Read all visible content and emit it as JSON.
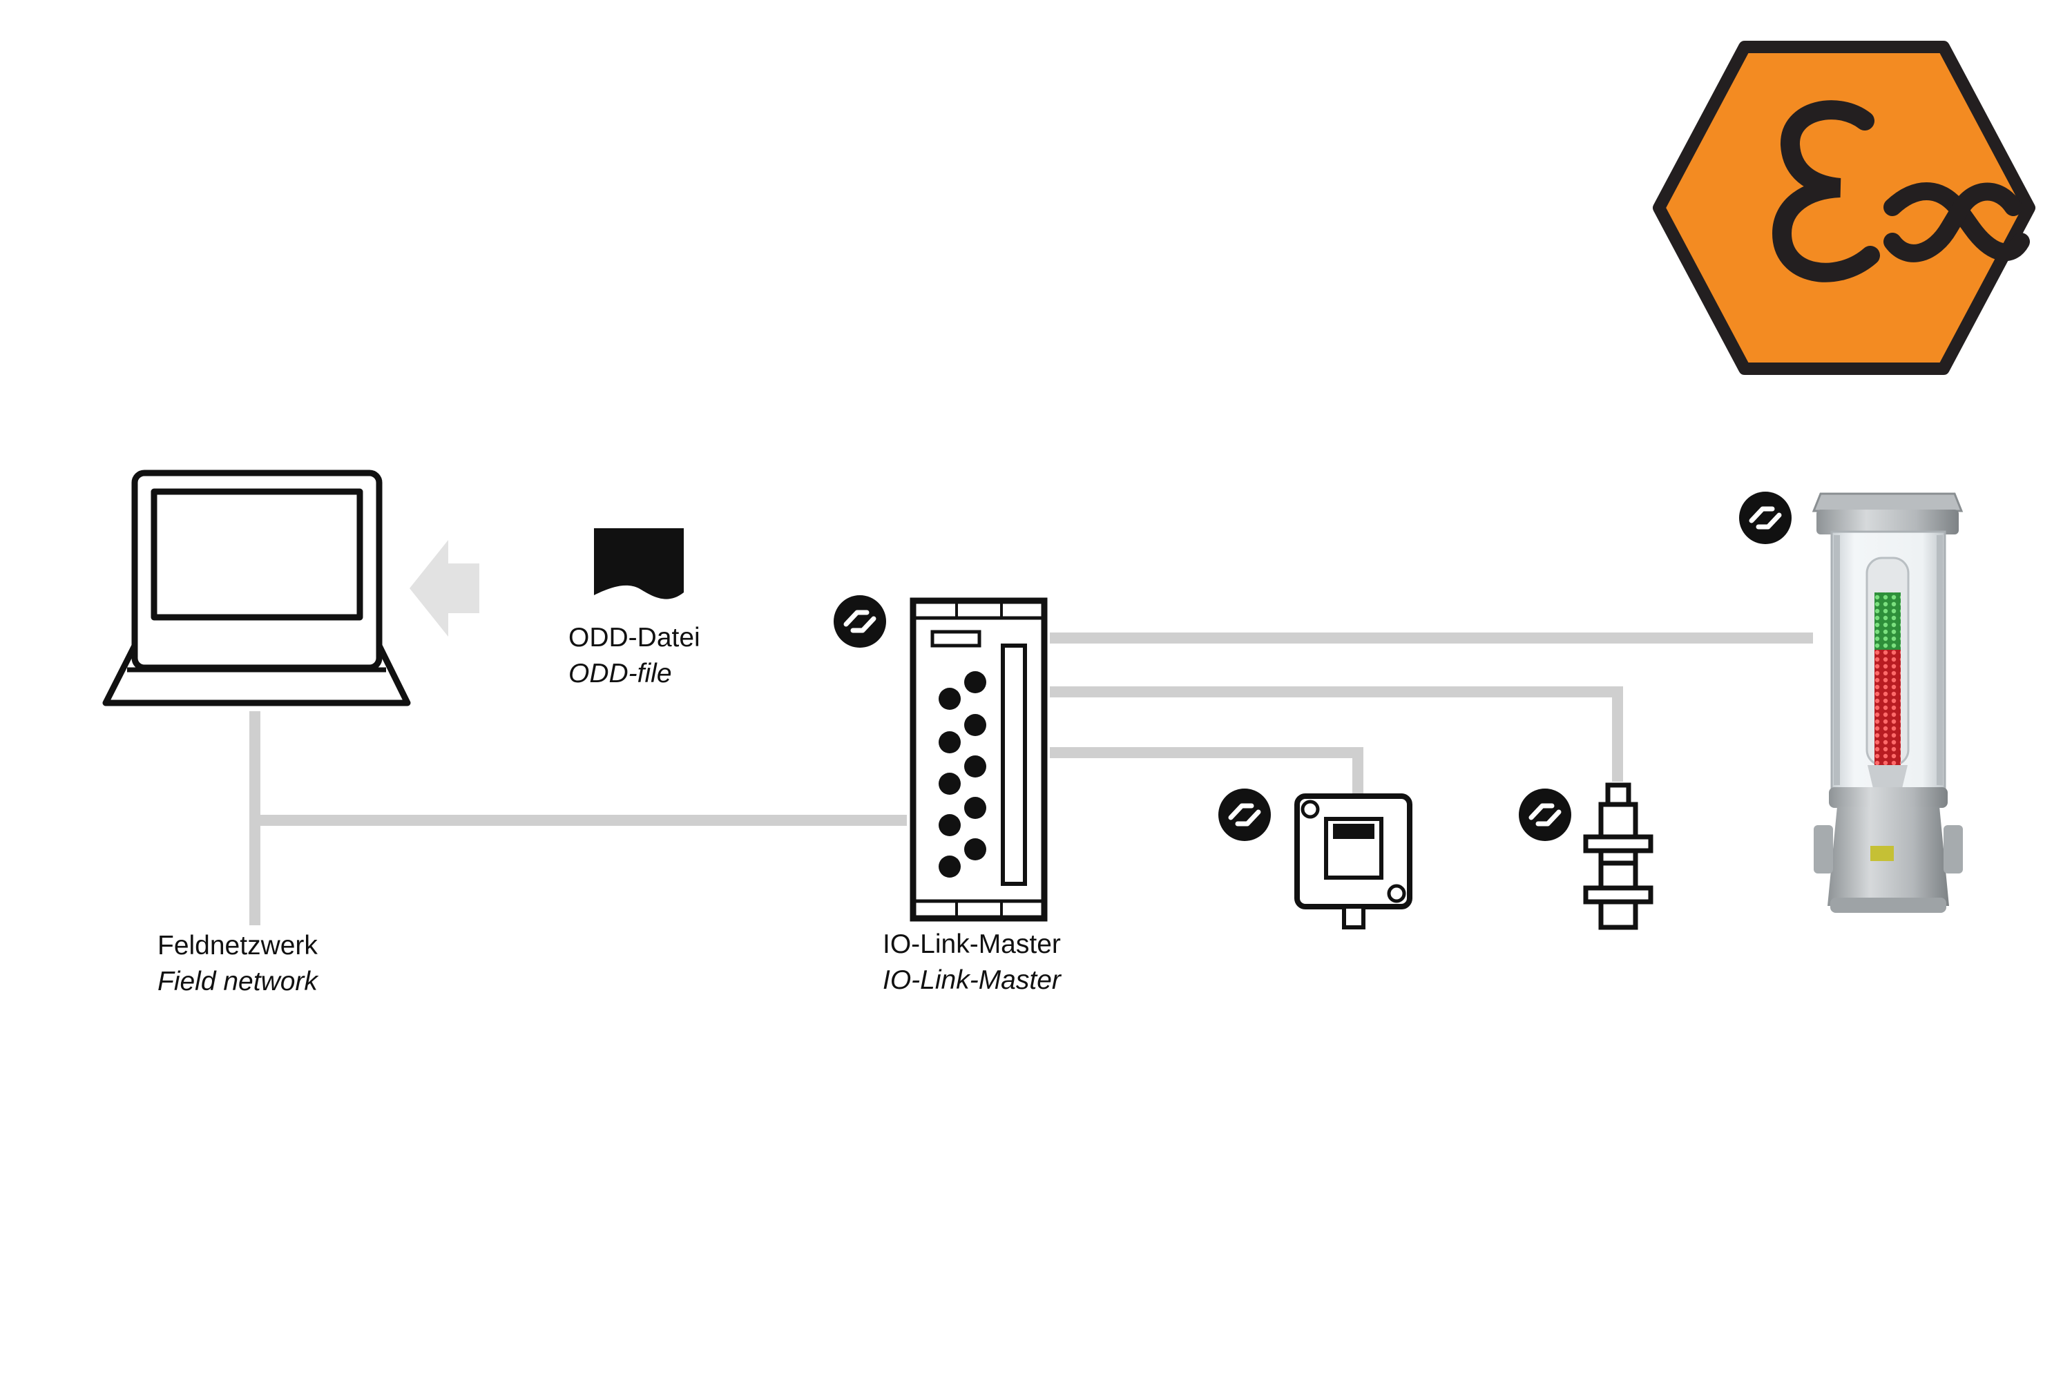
{
  "labels": {
    "odd_de": "ODD-Datei",
    "odd_en": "ODD-file",
    "master_de": "IO-Link-Master",
    "master_en": "IO-Link-Master",
    "network_de": "Feldnetzwerk",
    "network_en": "Field network"
  },
  "ex_symbol_text": "Ex",
  "colors": {
    "ex_orange": "#f38b22",
    "ex_outline": "#231f20",
    "line_gray": "#cfcfcf",
    "arrow_gray": "#e2e2e2",
    "led_green": "#39b34a",
    "led_red": "#e0262b",
    "device_metal": "#a8adb0"
  },
  "icons": [
    "laptop-icon",
    "document-icon",
    "transfer-arrow-icon",
    "io-link-symbol-icon",
    "io-link-master-module",
    "sensor-box-icon",
    "proximity-sensor-icon",
    "signal-tower-device",
    "ex-hazard-symbol"
  ]
}
